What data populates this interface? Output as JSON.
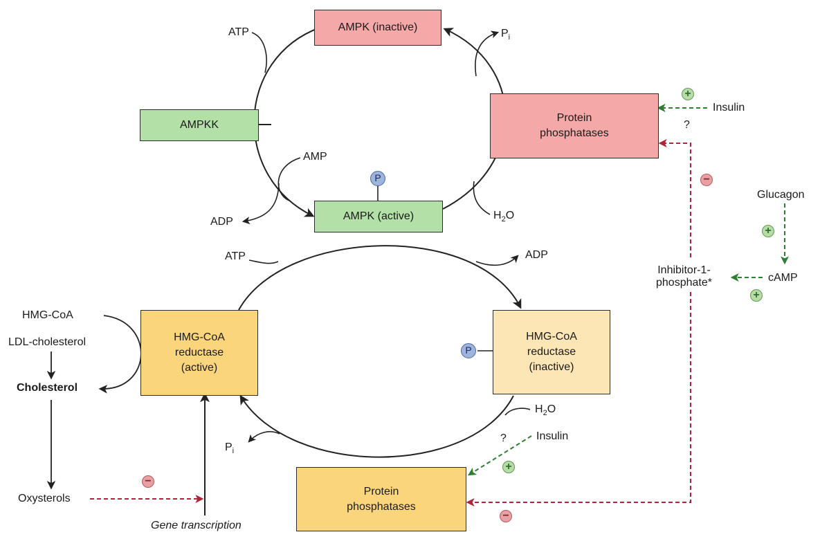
{
  "colors": {
    "pink": "#f4a9a8",
    "green": "#b3e0a7",
    "orange": "#fbd57b",
    "peach": "#fde6b5",
    "stimulate_line": "#2e7d32",
    "inhibit_line": "#b0243a",
    "phosphate": "#9db4dd"
  },
  "boxes": {
    "ampk_inactive": "AMPK (inactive)",
    "ampk_active": "AMPK (active)",
    "ampkk": "AMPKK",
    "pp_top": "Protein\nphosphatases",
    "hmg_active": "HMG-CoA\nreductase\n(active)",
    "hmg_inactive": "HMG-CoA\nreductase\n(inactive)",
    "pp_bottom": "Protein\nphosphatases"
  },
  "labels": {
    "atp_top": "ATP",
    "pi_top": "P",
    "pi_sub": "i",
    "amp": "AMP",
    "adp_left": "ADP",
    "h2o_top_pre": "H",
    "h2o_sub": "2",
    "h2o_post": "O",
    "atp_mid": "ATP",
    "adp_right": "ADP",
    "hmg_coa": "HMG-CoA",
    "ldl": "LDL-cholesterol",
    "cholesterol": "Cholesterol",
    "oxysterols": "Oxysterols",
    "gene_transcription": "Gene transcription",
    "pi_bottom": "P",
    "h2o_bottom_pre": "H",
    "h2o_bottom_post": "O",
    "insulin_top": "Insulin",
    "insulin_bottom": "Insulin",
    "question_top": "?",
    "question_bottom": "?",
    "glucagon": "Glucagon",
    "camp": "cAMP",
    "inhibitor": "Inhibitor-1-\nphosphate*",
    "phosphate_symbol": "P",
    "plus": "+",
    "minus": "−"
  }
}
